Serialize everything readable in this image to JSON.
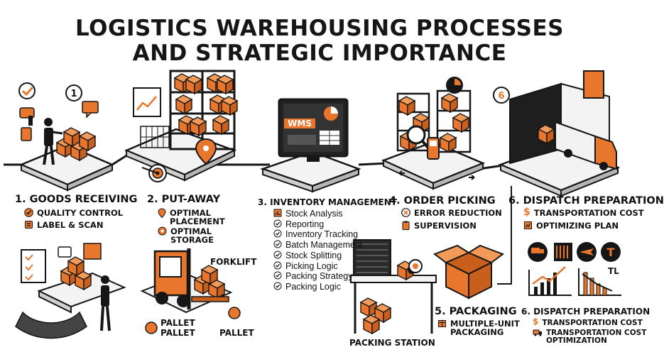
{
  "title": {
    "line1": "LOGISTICS WAREHOUSING PROCESSES",
    "line2": "AND STRATEGIC IMPORTANCE"
  },
  "steps": {
    "receiving": {
      "number": "1",
      "heading": "1. GOODS RECEIVING",
      "items": [
        "QUALITY CONTROL",
        "LABEL & SCAN"
      ]
    },
    "putaway": {
      "heading": "2. PUT-AWAY",
      "items": [
        [
          "OPTIMAL",
          "PLACEMENT"
        ],
        [
          "OPTIMAL",
          "STORAGE"
        ]
      ],
      "forklift_label": "FORKLIFT",
      "pallet_labels": [
        "PALLET",
        "PALLET",
        "PALLET"
      ]
    },
    "inventory": {
      "heading": "3. INVENTORY MANAGEMENT",
      "screen_text": "WMS",
      "items": [
        "Stock Analysis",
        "Reporting",
        "Inventory Tracking",
        "Batch Management",
        "Stock Splitting",
        "Picking Logic",
        "Packing Strategy",
        "Packing Logic"
      ]
    },
    "picking": {
      "heading": "4. ORDER PICKING",
      "items": [
        "ERROR REDUCTION",
        "SUPERVISION"
      ],
      "station_label": "PACKING STATION"
    },
    "packaging": {
      "heading": "5. PACKAGING",
      "items": [
        [
          "MULTIPLE-UNIT",
          "PACKAGING"
        ]
      ]
    },
    "dispatch": {
      "number": "6",
      "heading": "6. DISPATCH PREPARATION",
      "items": [
        "TRANSPORTATION COST",
        "OPTIMIZING PLAN"
      ],
      "chart_label": "TL",
      "heading2": "6. DISPATCH PREPARATION",
      "items2": [
        "TRANSPORTATION COST",
        [
          "TRANSPORTATION COST",
          "OPTIMIZATION"
        ]
      ]
    }
  },
  "colors": {
    "accent": "#e8762c",
    "ink": "#161616",
    "light": "#f3f3f3"
  }
}
